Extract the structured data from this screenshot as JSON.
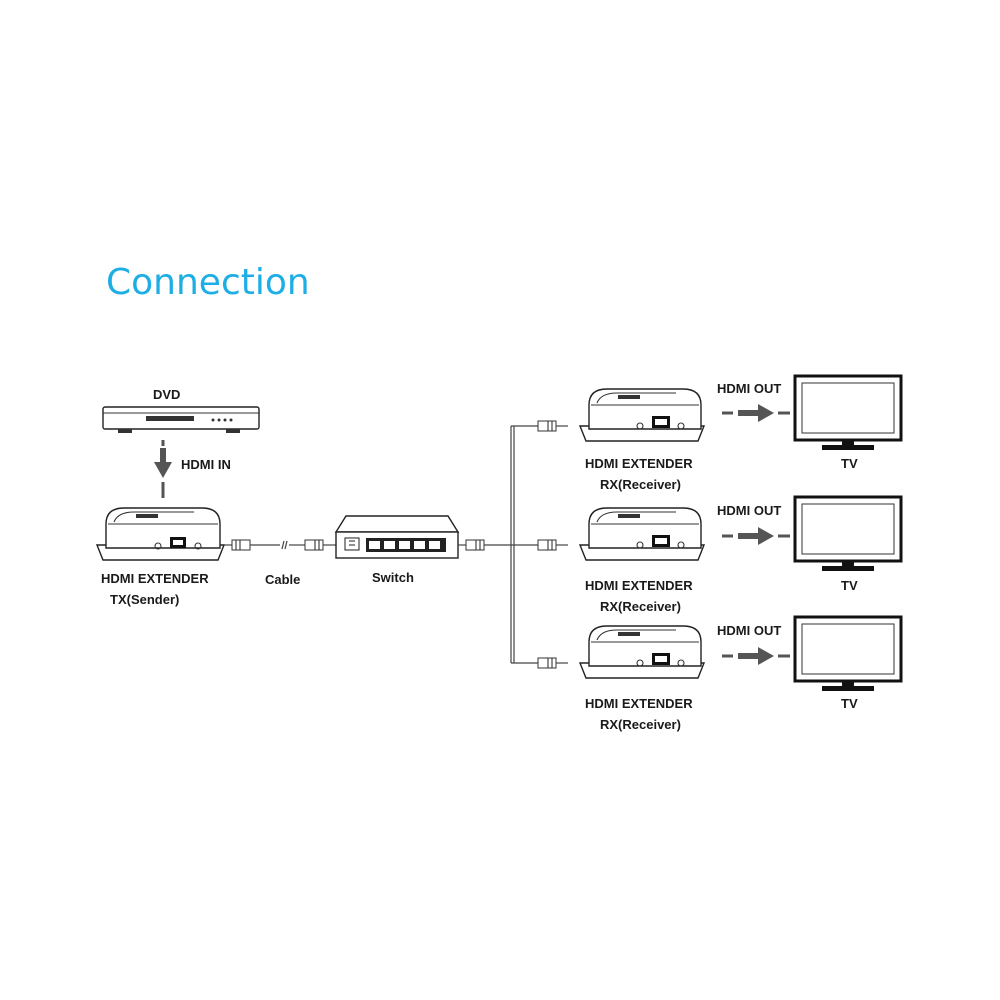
{
  "title": "Connection",
  "source": {
    "name": "DVD",
    "link_label": "HDMI IN"
  },
  "transmitter": {
    "line1": "HDMI EXTENDER",
    "line2": "TX(Sender)"
  },
  "cable_label": "Cable",
  "switch_label": "Switch",
  "receivers": [
    {
      "line1": "HDMI EXTENDER",
      "line2": "RX(Receiver)",
      "output_label": "HDMI OUT",
      "display": "TV"
    },
    {
      "line1": "HDMI EXTENDER",
      "line2": "RX(Receiver)",
      "output_label": "HDMI OUT",
      "display": "TV"
    },
    {
      "line1": "HDMI EXTENDER",
      "line2": "RX(Receiver)",
      "output_label": "HDMI OUT",
      "display": "TV"
    }
  ],
  "colors": {
    "title": "#1eaee6",
    "line": "#222222",
    "arrow": "#555555"
  }
}
